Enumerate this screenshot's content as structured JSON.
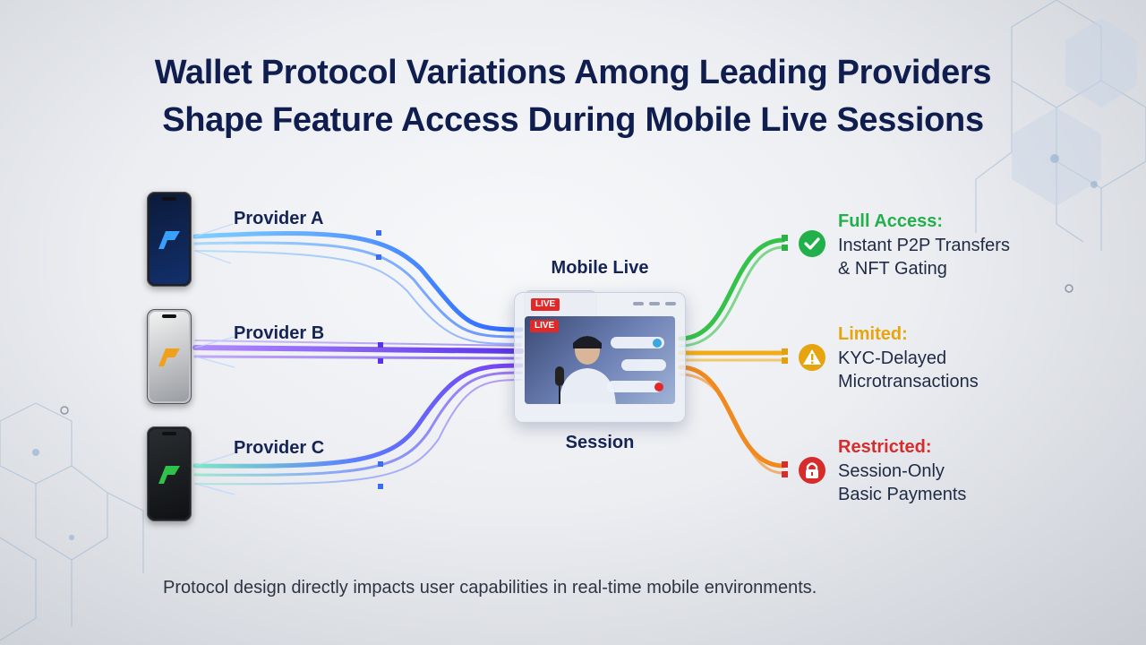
{
  "title": {
    "line1": "Wallet Protocol Variations Among Leading Providers",
    "line2": "Shape Feature Access During Mobile Live Sessions"
  },
  "providers": [
    {
      "label": "Provider A",
      "color": "#2f8dff",
      "icon": "wallet-logo-blue-icon"
    },
    {
      "label": "Provider B",
      "color": "#f0a019",
      "icon": "wallet-logo-orange-icon"
    },
    {
      "label": "Provider C",
      "color": "#2ec24a",
      "icon": "wallet-logo-green-icon"
    }
  ],
  "center": {
    "top_label": "Mobile Live",
    "bottom_label": "Session",
    "badge_outer": "LIVE",
    "badge_inner": "LIVE"
  },
  "outcomes": [
    {
      "heading": "Full Access:",
      "line1": "Instant P2P Transfers",
      "line2": "& NFT Gating",
      "color": "#22b04b",
      "icon": "checkmark-icon"
    },
    {
      "heading": "Limited:",
      "line1": "KYC-Delayed",
      "line2": "Microtransactions",
      "color": "#e6a50f",
      "icon": "warning-icon"
    },
    {
      "heading": "Restricted:",
      "line1": "Session-Only",
      "line2": "Basic Payments",
      "color": "#d62c2c",
      "icon": "lock-icon"
    }
  ],
  "footer": "Protocol design directly impacts user capabilities in real-time mobile environments."
}
